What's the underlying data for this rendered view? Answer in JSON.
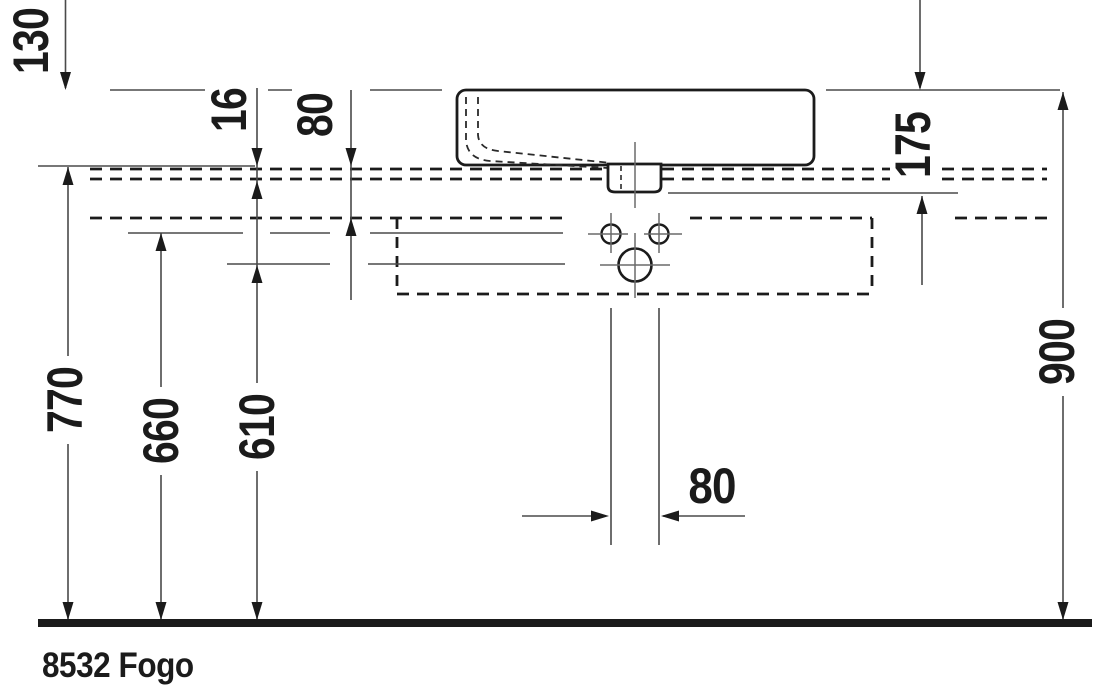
{
  "title": {
    "model_label": "8532 Fogo"
  },
  "colors": {
    "line": "#1b1b1b",
    "background": "#ffffff",
    "thin_line": "#4a4a4a"
  },
  "drawing": {
    "view": "side elevation of countertop washbasin with vanity unit (hidden lines dashed)",
    "floor_line": true,
    "units_shown": false
  },
  "dimensions": {
    "d130": "130",
    "d16": "16",
    "d80_top": "80",
    "d175": "175",
    "d900": "900",
    "d770": "770",
    "d660": "660",
    "d610": "610",
    "d80_bottom": "80"
  },
  "dimension_list": [
    {
      "id": "top-reference-to-rim",
      "value": "130",
      "orientation": "vertical",
      "position": "top-left"
    },
    {
      "id": "countertop-thickness",
      "value": "16",
      "orientation": "vertical",
      "position": "upper-left"
    },
    {
      "id": "counter-top-to-unit",
      "value": "80",
      "orientation": "vertical",
      "position": "upper-left"
    },
    {
      "id": "basin-rim-to-outlet",
      "value": "175",
      "orientation": "vertical",
      "position": "upper-right"
    },
    {
      "id": "rim-height-above-floor",
      "value": "900",
      "orientation": "vertical",
      "position": "right"
    },
    {
      "id": "counter-height-above-floor",
      "value": "770",
      "orientation": "vertical",
      "position": "left"
    },
    {
      "id": "supply-height-above-floor",
      "value": "660",
      "orientation": "vertical",
      "position": "left"
    },
    {
      "id": "drain-height-above-floor",
      "value": "610",
      "orientation": "vertical",
      "position": "left"
    },
    {
      "id": "supply-spacing",
      "value": "80",
      "orientation": "horizontal",
      "position": "bottom-center"
    }
  ]
}
